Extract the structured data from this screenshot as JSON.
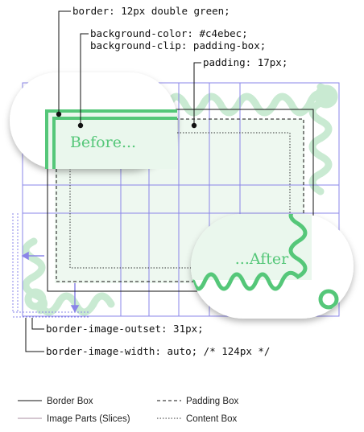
{
  "annotations": {
    "border": "border: 12px double green;",
    "background_color": "background-color: #c4ebec;",
    "background_clip": "background-clip: padding-box;",
    "padding": "padding: 17px;",
    "outset": "border-image-outset: 31px;",
    "width": "border-image-width: auto; /* 124px */"
  },
  "callouts": {
    "before": "Before...",
    "after": "...After"
  },
  "legend": {
    "border_box": "Border Box",
    "padding_box": "Padding Box",
    "image_parts": "Image Parts (Slices)",
    "content_box": "Content Box"
  },
  "colors": {
    "green": "#55c779",
    "pale_green": "#c9ead2",
    "fill": "#eef8f0",
    "slice_lines": "#8a85e8",
    "text": "#111111"
  }
}
